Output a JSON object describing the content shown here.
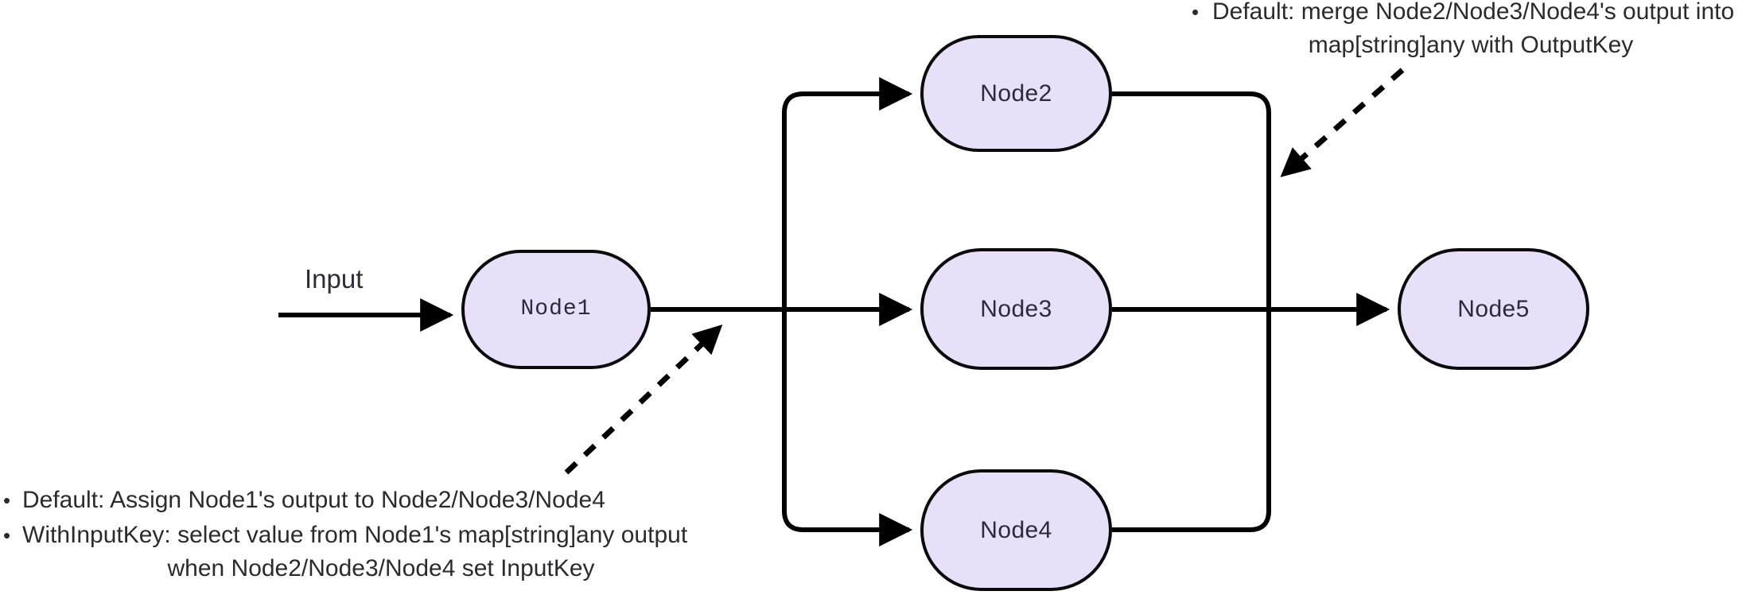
{
  "diagram": {
    "title": "Eino graph node input/output key flow",
    "background_color": "#ffffff",
    "node_fill_color": "#e8dff8",
    "node_stroke_color": "#0b0b0b",
    "edge_color": "#000000",
    "text_color": "#2b2b2f"
  },
  "nodes": [
    {
      "id": "node1",
      "label": "Node1"
    },
    {
      "id": "node2",
      "label": "Node2"
    },
    {
      "id": "node3",
      "label": "Node3"
    },
    {
      "id": "node4",
      "label": "Node4"
    },
    {
      "id": "node5",
      "label": "Node5"
    }
  ],
  "edges": {
    "input_label": "Input"
  },
  "annotations": {
    "merge": {
      "bullet_glyph": "•",
      "items": [
        {
          "line1": "Default: merge Node2/Node3/Node4's output into",
          "line2": "map[string]any with OutputKey"
        }
      ]
    },
    "input": {
      "bullet_glyph": "•",
      "items": [
        {
          "line1": "Default: Assign Node1's output to Node2/Node3/Node4",
          "line2": ""
        },
        {
          "line1": "WithInputKey: select value from Node1's map[string]any output",
          "line2": "when Node2/Node3/Node4 set InputKey"
        }
      ]
    }
  }
}
